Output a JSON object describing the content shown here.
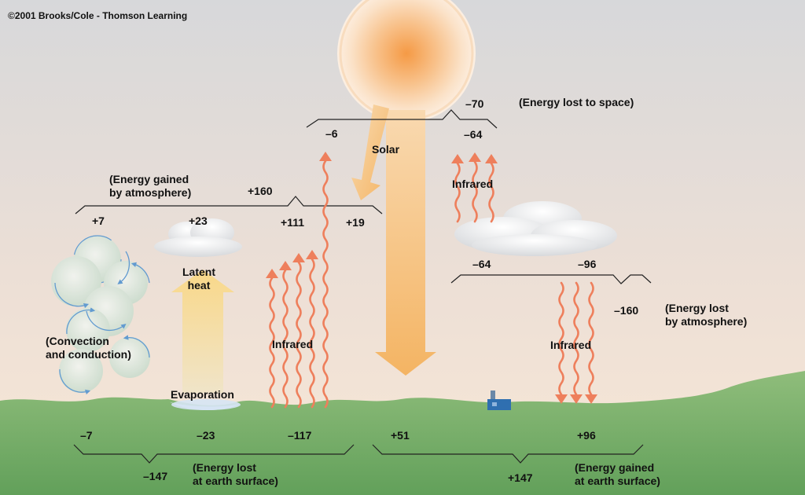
{
  "copyright": "©2001 Brooks/Cole - Thomson Learning",
  "colors": {
    "sky_top": "#d9dadc",
    "sky_bottom": "#f7e8d8",
    "ground": "#7fb06f",
    "ground_dark": "#5d9a53",
    "sun_core": "#f5a04a",
    "sun_glow": "#fbe3c9",
    "solar_arrow": "#f6c07a",
    "infrared_arrow": "#ee7f5c",
    "latent_heat_arrow": "#f8e0a4",
    "water": "#cfe0f2",
    "convection_arrow": "#4a8fd0"
  },
  "labels": {
    "space_total": "–70",
    "space_caption": "(Energy lost to space)",
    "space_left": "–6",
    "space_right": "–64",
    "solar": "Solar",
    "infrared_upper": "Infrared",
    "atm_gain_caption_1": "(Energy gained",
    "atm_gain_caption_2": "by atmosphere)",
    "atm_gain_total": "+160",
    "atm_gain_sensible": "+7",
    "atm_gain_latent": "+23",
    "atm_gain_ir": "+111",
    "atm_gain_solar": "+19",
    "latent_heat_1": "Latent",
    "latent_heat_2": "heat",
    "convection_1": "(Convection",
    "convection_2": "and conduction)",
    "evaporation": "Evaporation",
    "infrared_surface": "Infrared",
    "atm_loss_up": "–64",
    "atm_loss_down": "–96",
    "atm_loss_total": "–160",
    "atm_loss_caption_1": "(Energy lost",
    "atm_loss_caption_2": "by atmosphere)",
    "infrared_back": "Infrared",
    "surf_loss_sensible": "–7",
    "surf_loss_latent": "–23",
    "surf_loss_ir": "–117",
    "surf_loss_total": "–147",
    "surf_loss_caption_1": "(Energy lost",
    "surf_loss_caption_2": "at earth surface)",
    "surf_gain_solar": "+51",
    "surf_gain_ir": "+96",
    "surf_gain_total": "+147",
    "surf_gain_caption_1": "(Energy gained",
    "surf_gain_caption_2": "at earth surface)"
  }
}
